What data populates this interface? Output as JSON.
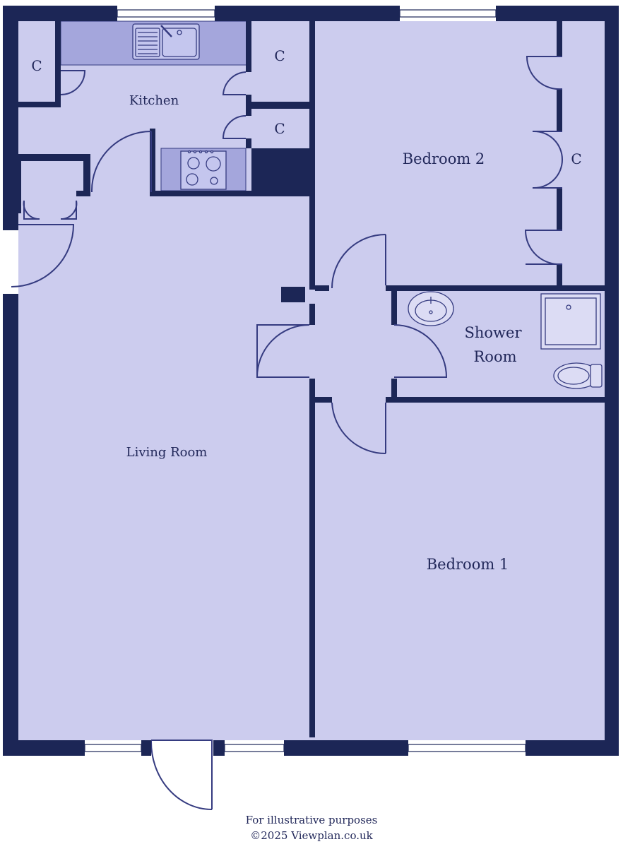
{
  "colors": {
    "wall": "#1c2656",
    "floor": "#ccccee",
    "fixture": "#a4a6dc",
    "line": "#353b80",
    "window": "#ffffff"
  },
  "rooms": {
    "kitchen": "Kitchen",
    "bedroom_2": "Bedroom 2",
    "shower_room_line1": "Shower",
    "shower_room_line2": "Room",
    "living_room": "Living Room",
    "bedroom_1": "Bedroom 1"
  },
  "cupboards": {
    "kitchen_left": "C",
    "kitchen_upper_right": "C",
    "kitchen_lower_right": "C",
    "bedroom_2": "C"
  },
  "fixtures": [
    "sink-icon",
    "hob-icon",
    "washbasin-icon",
    "shower-tray-icon",
    "toilet-icon"
  ],
  "footer": {
    "line1": "For illustrative purposes",
    "line2": "©2025 Viewplan.co.uk"
  }
}
